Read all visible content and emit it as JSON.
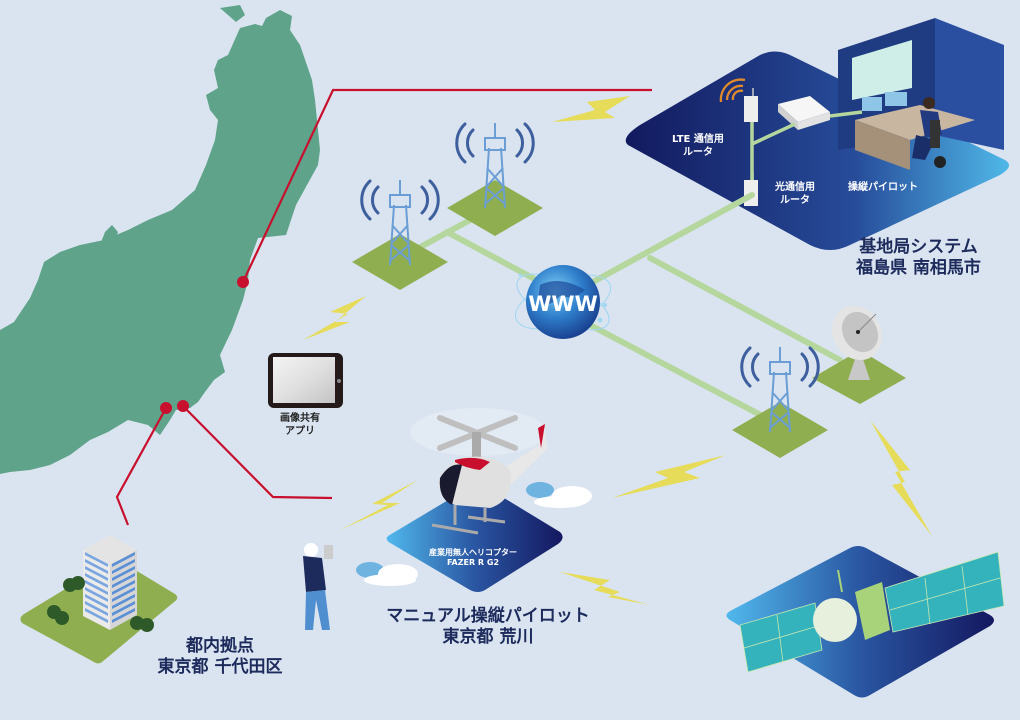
{
  "colors": {
    "background": "#dae4f0",
    "japan_land": "#5fa38a",
    "link_red": "#c8102e",
    "network_line": "#b5d79e",
    "grass": "#8fae50",
    "bolt": "#e6dc5a",
    "navy": "#1c2a5c",
    "tower": "#5e90c8",
    "signal_waves": "#3e5f9e",
    "lte_waves": "#e08a2e"
  },
  "locations": {
    "base_station": {
      "title": "基地局システム",
      "place": "福島県 南相馬市",
      "devices": {
        "lte_router": {
          "line1": "LTE 通信用",
          "line2": "ルータ"
        },
        "fiber_router": {
          "line1": "光通信用",
          "line2": "ルータ"
        },
        "pilot": "操縦パイロット"
      }
    },
    "tokyo_office": {
      "title": "都内拠点",
      "place": "東京都 千代田区"
    },
    "manual_pilot": {
      "title": "マニュアル操縦パイロット",
      "place": "東京都 荒川"
    }
  },
  "helicopter": {
    "line1": "産業用無人ヘリコプター",
    "line2": "FAZER R G2"
  },
  "tablet_app": {
    "line1": "画像共有",
    "line2": "アプリ"
  },
  "internet": {
    "label": "WWW"
  },
  "icons": [
    "japan-map",
    "cell-tower-icon",
    "globe-icon",
    "satellite-dish-icon",
    "satellite-icon",
    "helicopter-icon",
    "tablet-icon",
    "office-building-icon",
    "pilot-person-icon",
    "router-icon",
    "lightning-bolt-icon",
    "cloud-icon",
    "control-room-icon"
  ]
}
